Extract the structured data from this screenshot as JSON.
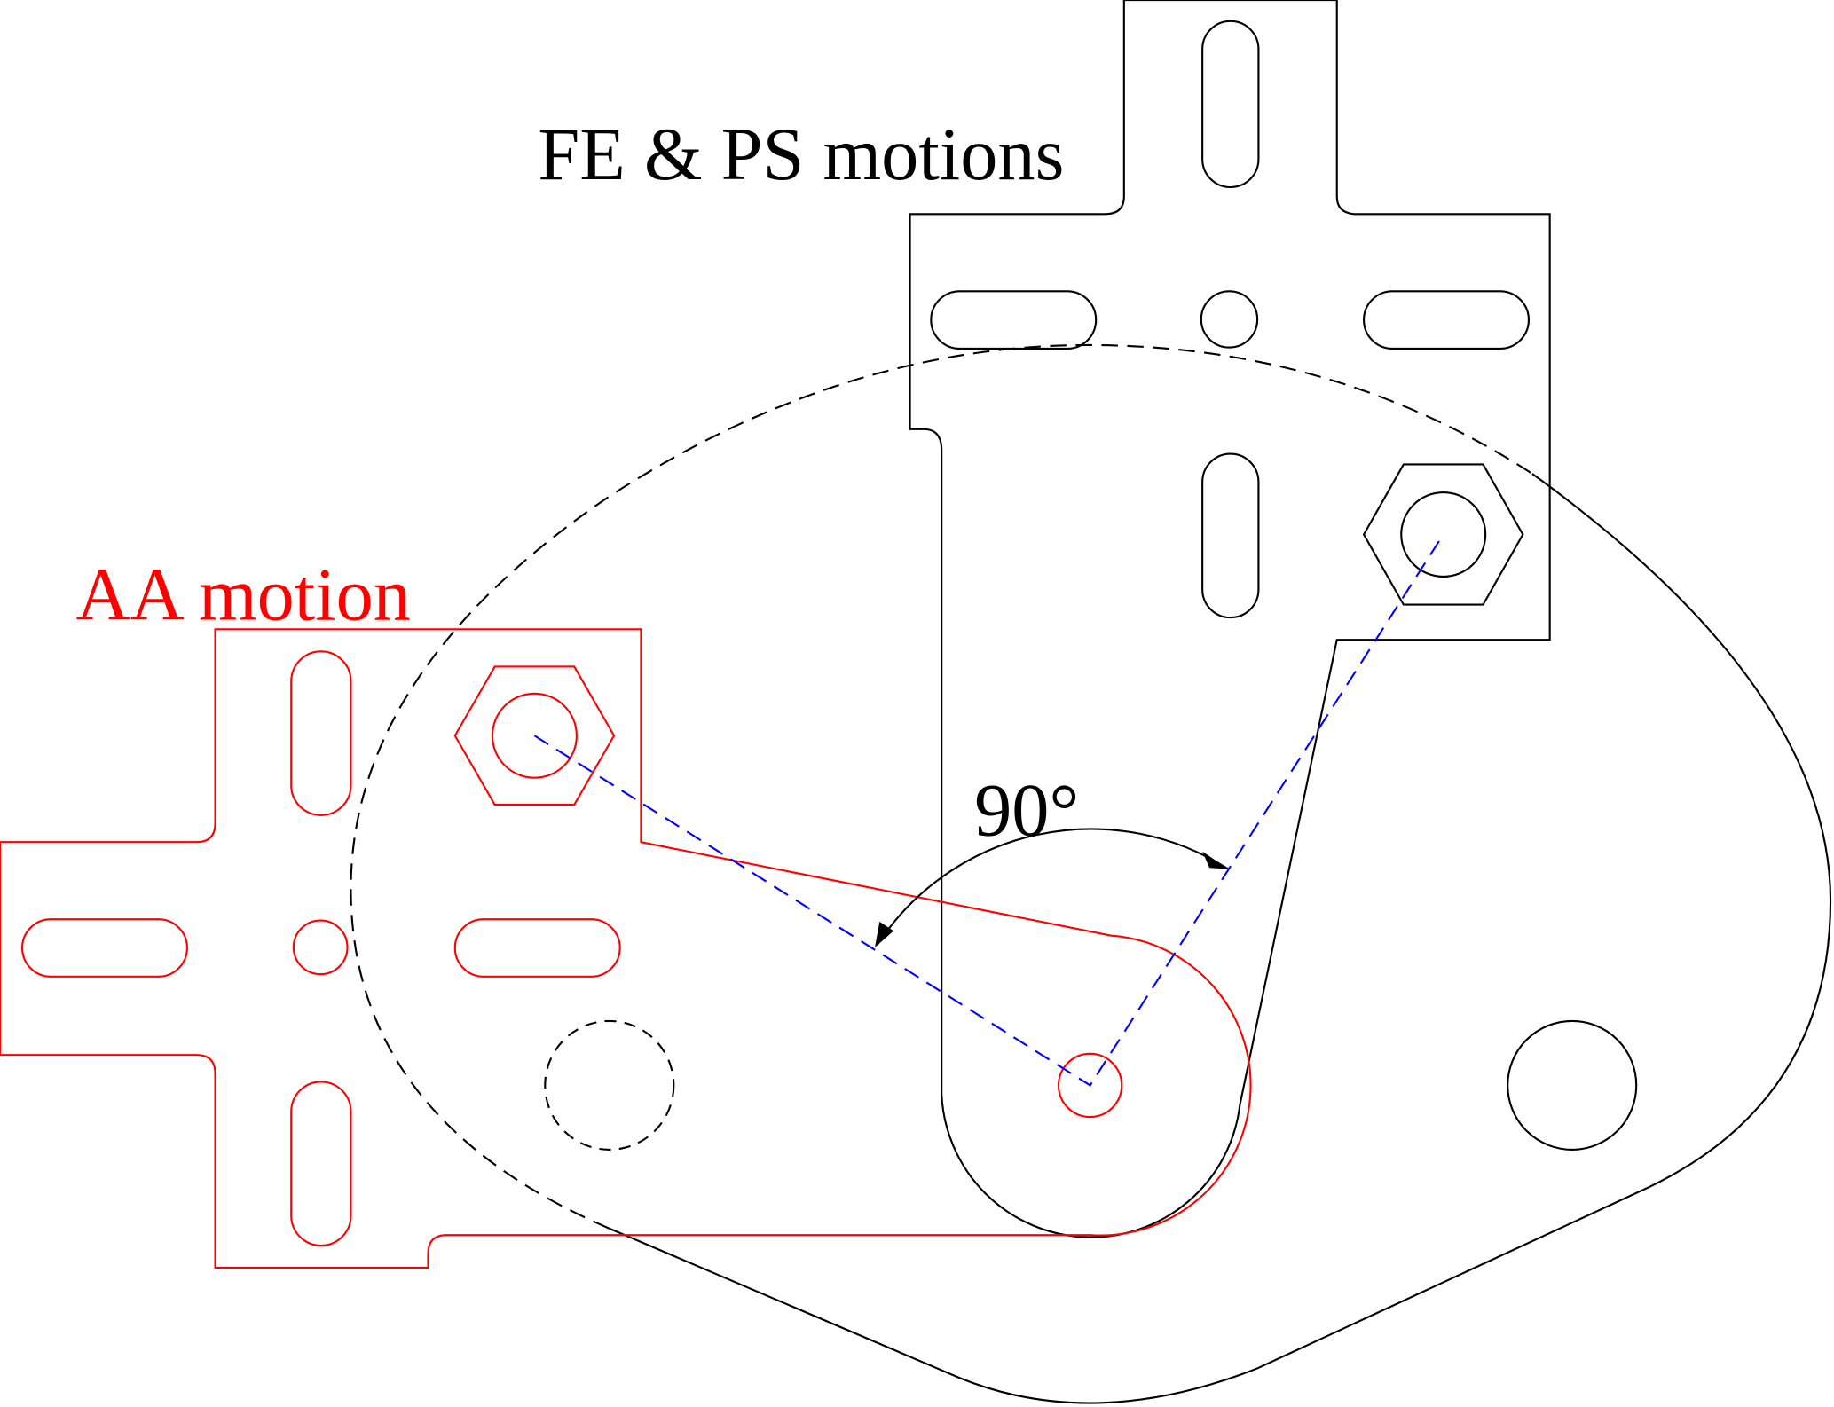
{
  "labels": {
    "fe_ps": "FE & PS motions",
    "aa": "AA motion",
    "angle": "90°"
  },
  "colors": {
    "fe_ps_part": "#000000",
    "aa_part": "#ff0000",
    "axis_lines": "#0000ff"
  }
}
